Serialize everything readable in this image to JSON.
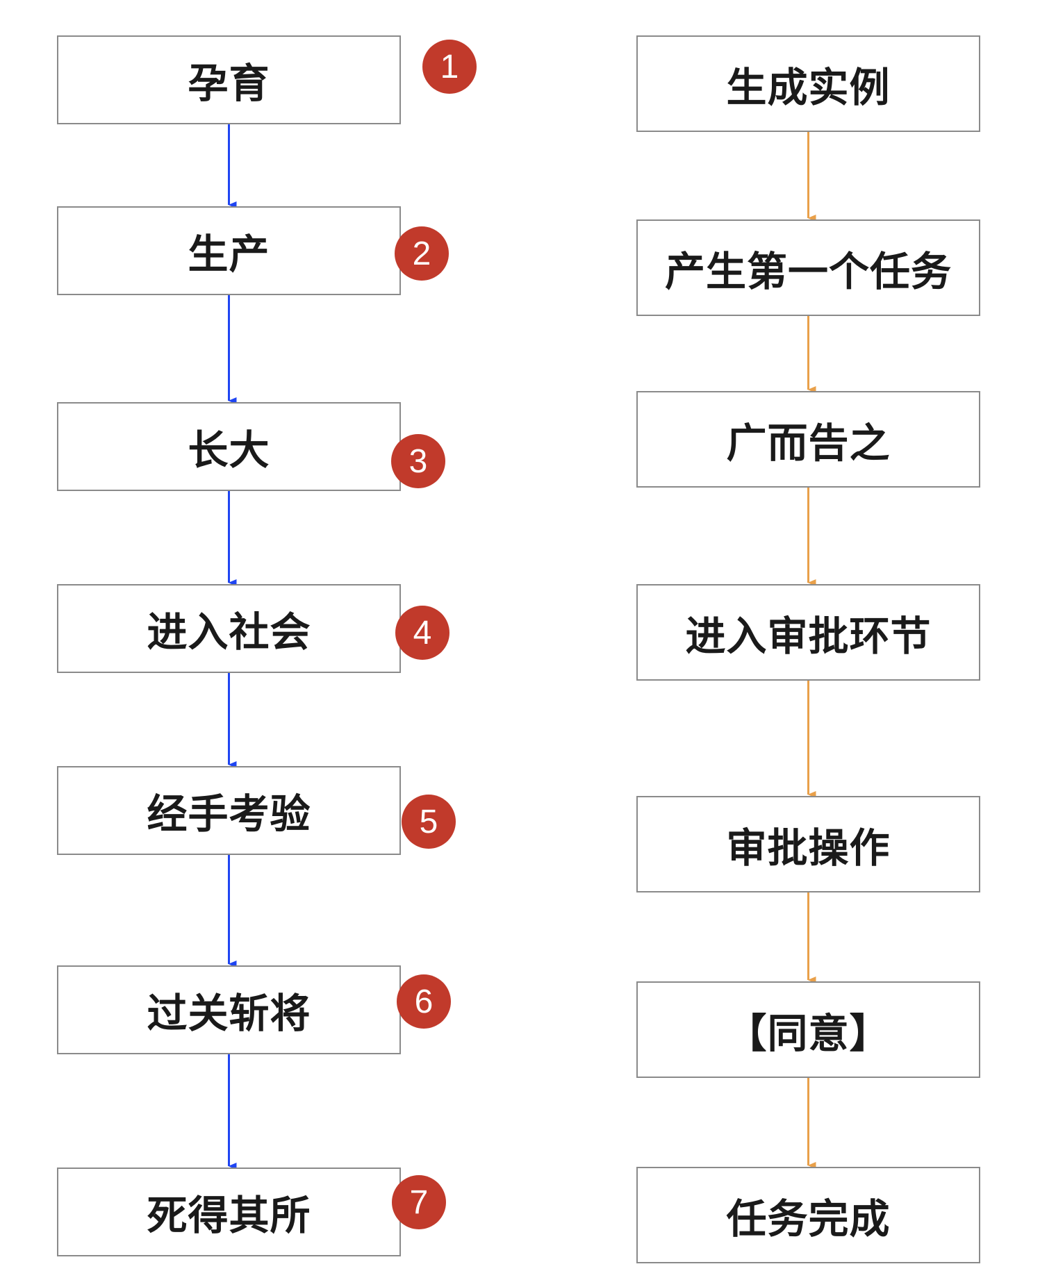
{
  "left_chain": {
    "color": "#1f45f2",
    "steps": [
      {
        "label": "孕育",
        "badge": "1"
      },
      {
        "label": "生产",
        "badge": "2"
      },
      {
        "label": "长大",
        "badge": "3"
      },
      {
        "label": "进入社会",
        "badge": "4"
      },
      {
        "label": "经手考验",
        "badge": "5"
      },
      {
        "label": "过关斩将",
        "badge": "6"
      },
      {
        "label": "死得其所",
        "badge": "7"
      }
    ]
  },
  "right_chain": {
    "color": "#e9a04a",
    "steps": [
      {
        "label": "生成实例"
      },
      {
        "label": "产生第一个任务"
      },
      {
        "label": "广而告之"
      },
      {
        "label": "进入审批环节"
      },
      {
        "label": "审批操作"
      },
      {
        "label": "【同意】"
      },
      {
        "label": "任务完成"
      }
    ]
  },
  "badge_color": "#c13a2b"
}
